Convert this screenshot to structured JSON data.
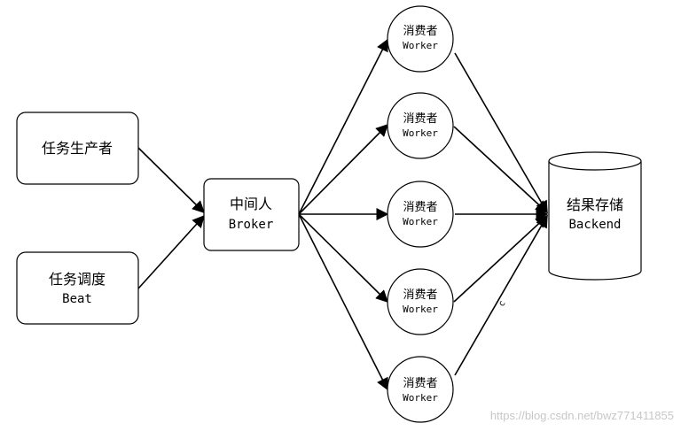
{
  "producer": {
    "label": "任务生产者"
  },
  "scheduler": {
    "label": "任务调度",
    "sublabel": "Beat"
  },
  "broker": {
    "label": "中间人",
    "sublabel": "Broker"
  },
  "workers": [
    {
      "label": "消费者",
      "sublabel": "Worker"
    },
    {
      "label": "消费者",
      "sublabel": "Worker"
    },
    {
      "label": "消费者",
      "sublabel": "Worker"
    },
    {
      "label": "消费者",
      "sublabel": "Worker"
    },
    {
      "label": "消费者",
      "sublabel": "Worker"
    }
  ],
  "backend": {
    "label": "结果存储",
    "sublabel": "Backend"
  },
  "edge_label": "c",
  "watermark": "https://blog.csdn.net/bwz771411855"
}
